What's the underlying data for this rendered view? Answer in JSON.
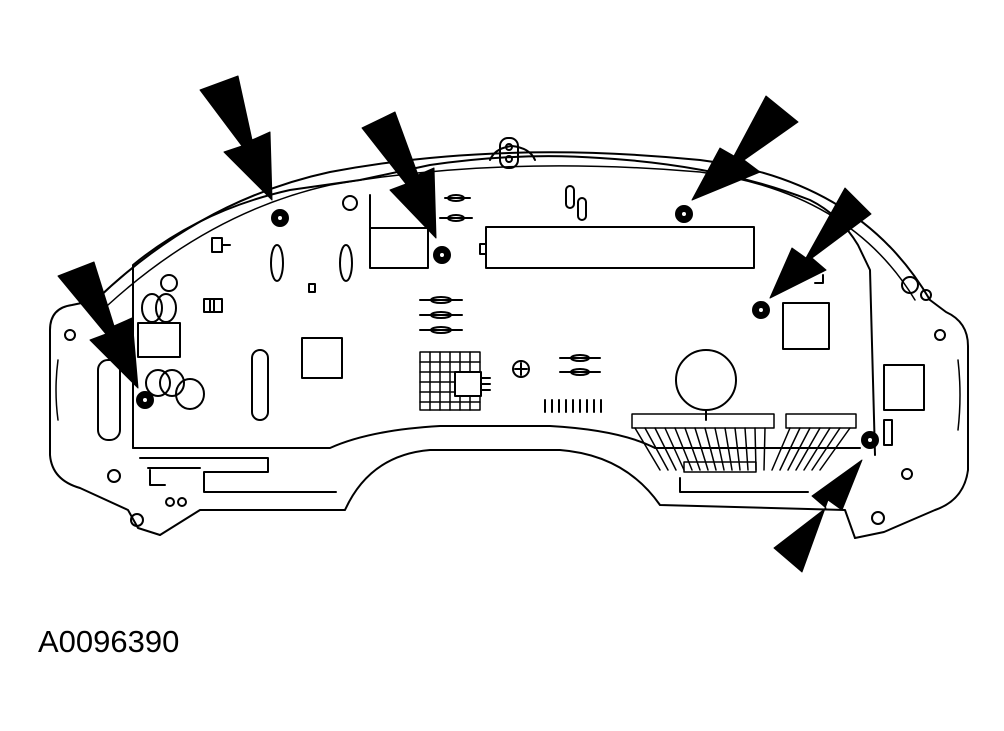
{
  "figure": {
    "code": "A0096390"
  },
  "callouts": {
    "count": 6,
    "target": "screw"
  },
  "colors": {
    "ink": "#000000",
    "paper": "#ffffff"
  }
}
